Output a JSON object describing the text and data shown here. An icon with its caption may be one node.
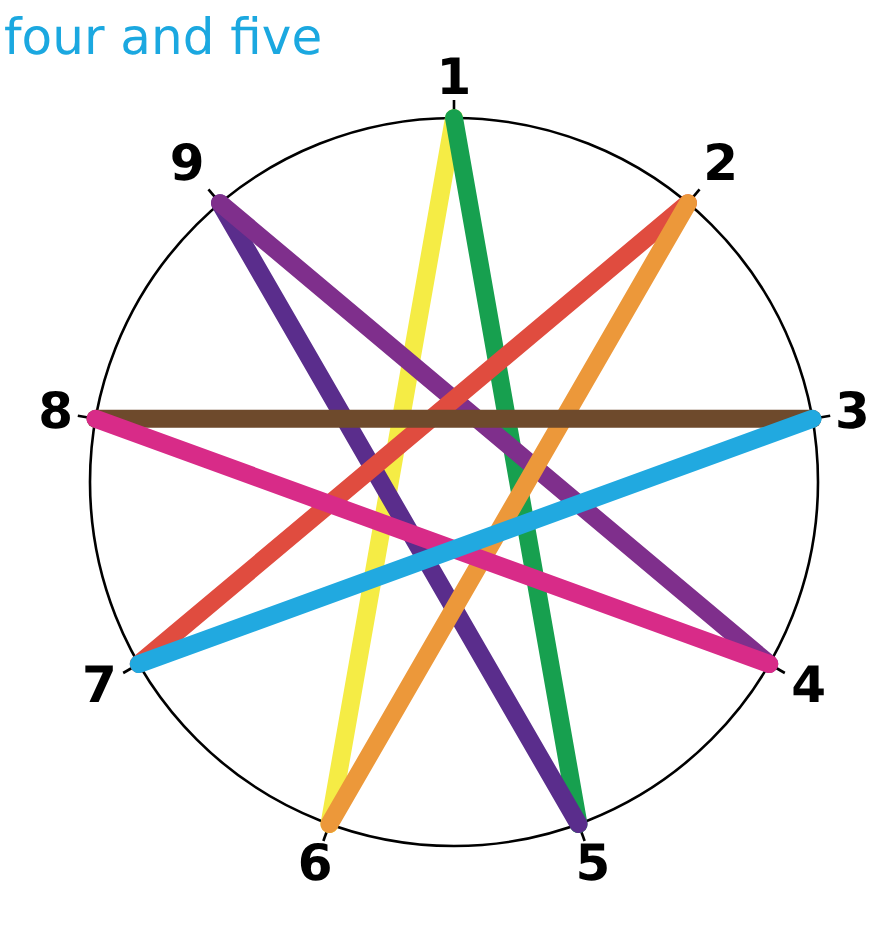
{
  "diagram": {
    "title": "four and five",
    "nodes": [
      {
        "text": [
          "1"
        ]
      },
      {
        "text": [
          "2"
        ]
      },
      {
        "text": [
          "3"
        ]
      },
      {
        "text": [
          "4"
        ]
      },
      {
        "text": [
          "5"
        ]
      },
      {
        "text": [
          "6"
        ]
      },
      {
        "text": [
          "7"
        ]
      },
      {
        "text": [
          "8"
        ]
      },
      {
        "text": [
          "9"
        ]
      }
    ],
    "edges": [
      {
        "from": 0,
        "to": 5,
        "arrow": "none",
        "color": "#f5ec45"
      },
      {
        "from": 0,
        "to": 4,
        "arrow": "none",
        "color": "#17a04f"
      },
      {
        "from": 8,
        "to": 4,
        "arrow": "none",
        "color": "#5a2d8c"
      },
      {
        "from": 8,
        "to": 3,
        "arrow": "none",
        "color": "#7f2f8c"
      },
      {
        "from": 1,
        "to": 6,
        "arrow": "none",
        "color": "#e04c3f"
      },
      {
        "from": 1,
        "to": 5,
        "arrow": "none",
        "color": "#ec983a"
      },
      {
        "from": 7,
        "to": 2,
        "arrow": "none",
        "color": "#6e4a2c"
      },
      {
        "from": 7,
        "to": 3,
        "arrow": "none",
        "color": "#d82b88"
      },
      {
        "from": 2,
        "to": 6,
        "arrow": "none",
        "color": "#21a9e0"
      }
    ]
  }
}
